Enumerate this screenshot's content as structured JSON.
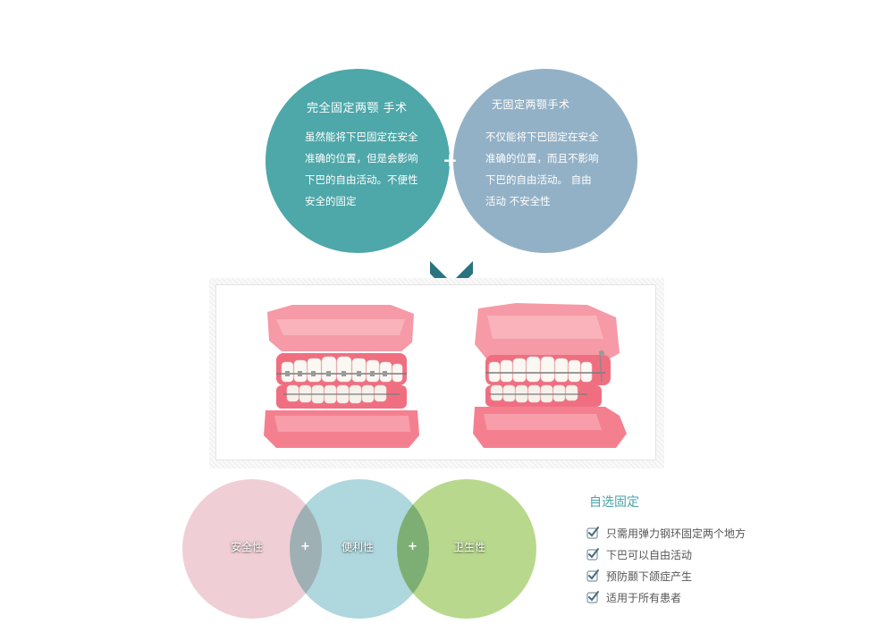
{
  "colors": {
    "teal": "#4ea7a9",
    "slate_blue": "#93b1c6",
    "overlap": "#2a7380",
    "pink": "#efcfd5",
    "light_blue": "#aed7de",
    "green": "#b8d98d",
    "title_teal": "#4aa3a8",
    "chevron": "#2a7380"
  },
  "venn_top": {
    "left": {
      "title": "完全固定两颚 手术",
      "lines": [
        "虽然能将下巴固定在安全",
        "准确的位置，但是会影响",
        "下巴的自由活动。不便性",
        "安全的固定"
      ]
    },
    "right": {
      "title": "无固定两颚手术",
      "lines": [
        "不仅能将下巴固定在安全",
        "准确的位置，而且不影响",
        "下巴的自由活动。 自由",
        "活动 不安全性"
      ]
    },
    "plus": "+"
  },
  "bottom_circles": {
    "labels": [
      "安全性",
      "便利性",
      "卫生性"
    ],
    "plus_1": "+",
    "plus_2": "+"
  },
  "features": {
    "title": "自选固定",
    "items": [
      "只需用弹力钢环固定两个地方",
      "下巴可以自由活动",
      "预防颞下颌症产生",
      "适用于所有患者"
    ],
    "icon": "check-icon"
  }
}
